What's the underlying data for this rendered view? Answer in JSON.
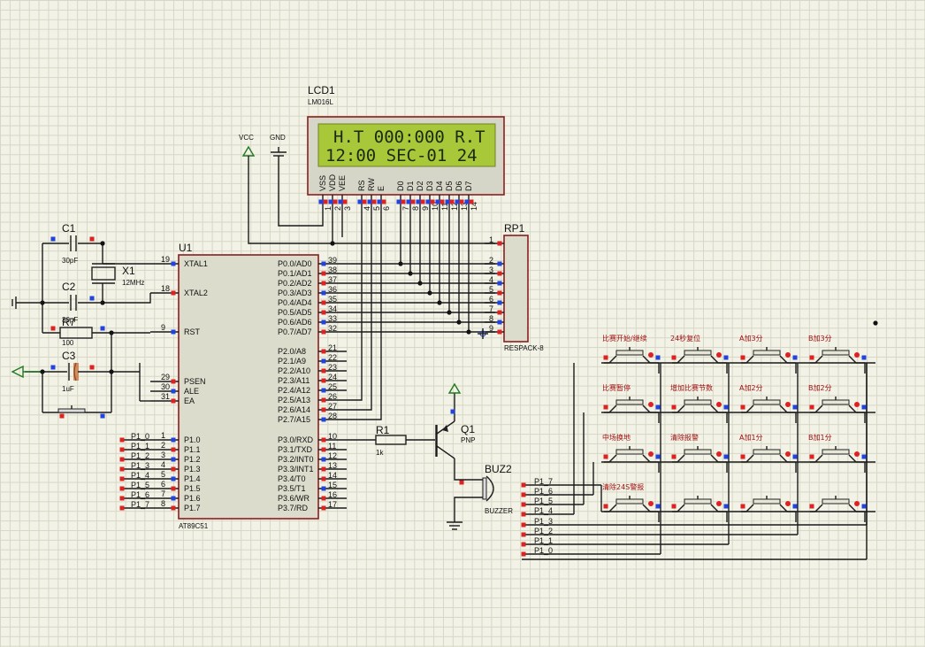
{
  "lcd": {
    "ref": "LCD1",
    "model": "LM016L",
    "line1": "H.T 000:000 R.T",
    "line2": "12:00 SEC-01 24",
    "pins": [
      {
        "name": "VSS",
        "num": "1"
      },
      {
        "name": "VDD",
        "num": "2"
      },
      {
        "name": "VEE",
        "num": "3"
      },
      {
        "name": "RS",
        "num": "4"
      },
      {
        "name": "RW",
        "num": "5"
      },
      {
        "name": "E",
        "num": "6"
      },
      {
        "name": "D0",
        "num": "7"
      },
      {
        "name": "D1",
        "num": "8"
      },
      {
        "name": "D2",
        "num": "9"
      },
      {
        "name": "D3",
        "num": "10"
      },
      {
        "name": "D4",
        "num": "11"
      },
      {
        "name": "D5",
        "num": "12"
      },
      {
        "name": "D6",
        "num": "13"
      },
      {
        "name": "D7",
        "num": "14"
      }
    ]
  },
  "power": {
    "vcc": "VCC",
    "gnd": "GND"
  },
  "mcu": {
    "ref": "U1",
    "model": "AT89C51",
    "left_pins": [
      {
        "name": "XTAL1",
        "num": "19"
      },
      {
        "name": "XTAL2",
        "num": "18"
      },
      {
        "name": "RST",
        "num": "9"
      },
      {
        "name": "PSEN",
        "num": "29"
      },
      {
        "name": "ALE",
        "num": "30"
      },
      {
        "name": "EA",
        "num": "31"
      },
      {
        "name": "P1.0",
        "num": "1"
      },
      {
        "name": "P1.1",
        "num": "2"
      },
      {
        "name": "P1.2",
        "num": "3"
      },
      {
        "name": "P1.3",
        "num": "4"
      },
      {
        "name": "P1.4",
        "num": "5"
      },
      {
        "name": "P1.5",
        "num": "6"
      },
      {
        "name": "P1.6",
        "num": "7"
      },
      {
        "name": "P1.7",
        "num": "8"
      }
    ],
    "right_pins": [
      {
        "name": "P0.0/AD0",
        "num": "39"
      },
      {
        "name": "P0.1/AD1",
        "num": "38"
      },
      {
        "name": "P0.2/AD2",
        "num": "37"
      },
      {
        "name": "P0.3/AD3",
        "num": "36"
      },
      {
        "name": "P0.4/AD4",
        "num": "35"
      },
      {
        "name": "P0.5/AD5",
        "num": "34"
      },
      {
        "name": "P0.6/AD6",
        "num": "33"
      },
      {
        "name": "P0.7/AD7",
        "num": "32"
      },
      {
        "name": "P2.0/A8",
        "num": "21"
      },
      {
        "name": "P2.1/A9",
        "num": "22"
      },
      {
        "name": "P2.2/A10",
        "num": "23"
      },
      {
        "name": "P2.3/A11",
        "num": "24"
      },
      {
        "name": "P2.4/A12",
        "num": "25"
      },
      {
        "name": "P2.5/A13",
        "num": "26"
      },
      {
        "name": "P2.6/A14",
        "num": "27"
      },
      {
        "name": "P2.7/A15",
        "num": "28"
      },
      {
        "name": "P3.0/RXD",
        "num": "10"
      },
      {
        "name": "P3.1/TXD",
        "num": "11"
      },
      {
        "name": "P3.2/INT0",
        "num": "12"
      },
      {
        "name": "P3.3/INT1",
        "num": "13"
      },
      {
        "name": "P3.4/T0",
        "num": "14"
      },
      {
        "name": "P3.5/T1",
        "num": "15"
      },
      {
        "name": "P3.6/WR",
        "num": "16"
      },
      {
        "name": "P3.7/RD",
        "num": "17"
      }
    ],
    "p1_labels": [
      "P1_0",
      "P1_1",
      "P1_2",
      "P1_3",
      "P1_4",
      "P1_5",
      "P1_6",
      "P1_7"
    ]
  },
  "components": {
    "c1": {
      "ref": "C1",
      "value": "30pF"
    },
    "c2": {
      "ref": "C2",
      "value": "30pF"
    },
    "x1": {
      "ref": "X1",
      "value": "12MHz"
    },
    "r7": {
      "ref": "R7",
      "value": "100"
    },
    "c3": {
      "ref": "C3",
      "value": "1uF"
    },
    "r1": {
      "ref": "R1",
      "value": "1k"
    },
    "q1": {
      "ref": "Q1",
      "value": "PNP"
    },
    "buz": {
      "ref": "BUZ2",
      "value": "BUZZER"
    },
    "rp1": {
      "ref": "RP1",
      "value": "RESPACK-8",
      "pins": [
        "1",
        "2",
        "3",
        "4",
        "5",
        "6",
        "7",
        "8",
        "9"
      ]
    }
  },
  "keypad": {
    "buttons": [
      [
        "比赛开始/继续",
        "24秒复位",
        "A加3分",
        "B加3分"
      ],
      [
        "比赛暂停",
        "增加比赛节数",
        "A加2分",
        "B加2分"
      ],
      [
        "中场换地",
        "清除报警",
        "A加1分",
        "B加1分"
      ],
      [
        "清除24S警报",
        "",
        "",
        ""
      ]
    ],
    "row_labels": [
      "P1_7",
      "P1_6",
      "P1_5",
      "P1_4"
    ],
    "col_labels": [
      "P1_3",
      "P1_2",
      "P1_1",
      "P1_0"
    ]
  }
}
